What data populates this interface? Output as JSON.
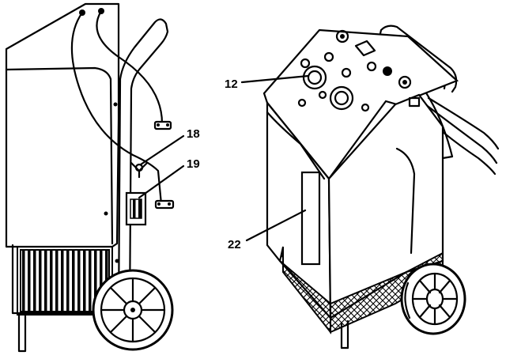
{
  "callouts": {
    "c12": "12",
    "c18": "18",
    "c19": "19",
    "c22": "22"
  },
  "style": {
    "ink": "#000000",
    "paper": "#ffffff"
  }
}
